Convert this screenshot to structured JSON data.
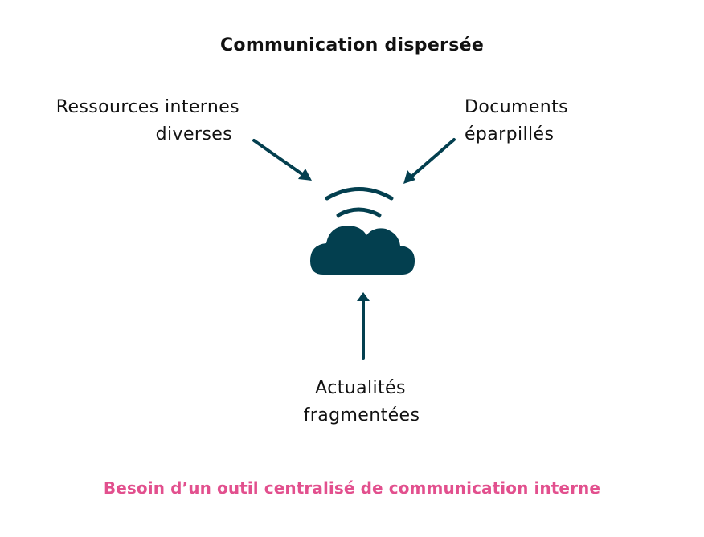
{
  "title": "Communication dispersée",
  "center": {
    "icon": "cloud-wifi-icon"
  },
  "sources": [
    {
      "id": "left",
      "lines": [
        "Ressources internes",
        "diverses"
      ],
      "arrow": "arrow-down-right-icon"
    },
    {
      "id": "right",
      "lines": [
        "Documents",
        "éparpillés"
      ],
      "arrow": "arrow-down-left-icon"
    },
    {
      "id": "bottom",
      "lines": [
        "Actualités",
        "fragmentées"
      ],
      "arrow": "arrow-up-icon"
    }
  ],
  "footer": "Besoin d’un outil centralisé de communication interne",
  "colors": {
    "icon": "#033f4f",
    "footer": "#e2508e",
    "text": "#111111"
  }
}
